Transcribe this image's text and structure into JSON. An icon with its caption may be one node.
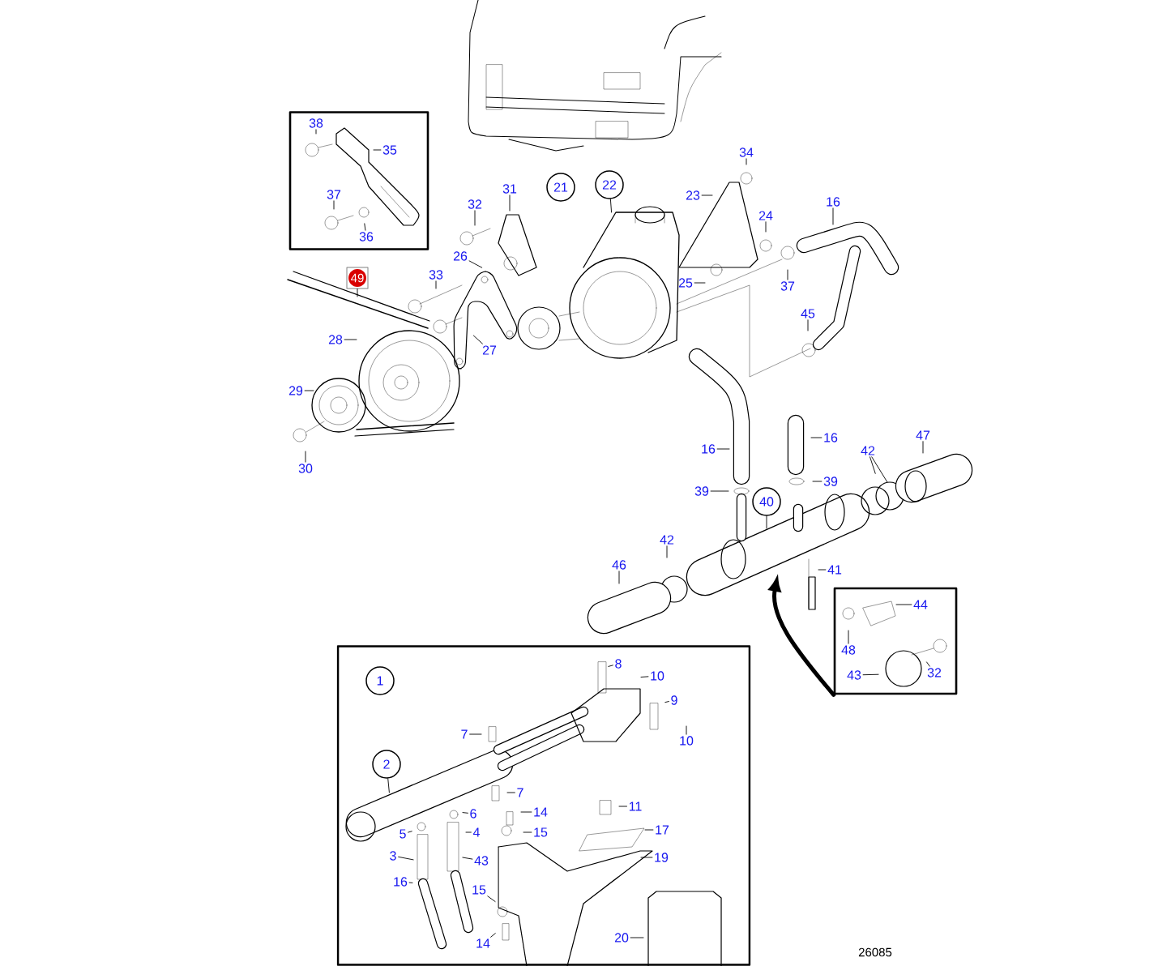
{
  "diagram": {
    "nodes": [
      {
        "text": [],
        "shape": "box"
      },
      {
        "text": [
          "38"
        ],
        "in": 0
      },
      {
        "text": [
          "35"
        ],
        "in": 0
      },
      {
        "text": [
          "37"
        ],
        "in": 0
      },
      {
        "text": [
          "36"
        ],
        "in": 0
      },
      {
        "text": [
          "34"
        ]
      },
      {
        "text": [
          "16"
        ]
      },
      {
        "text": [
          "21"
        ]
      },
      {
        "text": [
          "22"
        ]
      },
      {
        "text": [
          "23"
        ]
      },
      {
        "text": [
          "31"
        ]
      },
      {
        "text": [
          "32"
        ]
      },
      {
        "text": [
          "24"
        ]
      },
      {
        "text": [
          "26"
        ]
      },
      {
        "text": [
          "33"
        ]
      },
      {
        "text": [
          "49"
        ]
      },
      {
        "text": [
          "25"
        ]
      },
      {
        "text": [
          "37"
        ]
      },
      {
        "text": [
          "45"
        ]
      },
      {
        "text": [
          "28"
        ]
      },
      {
        "text": [
          "27"
        ]
      },
      {
        "text": [
          "29"
        ]
      },
      {
        "text": [
          "30"
        ]
      },
      {
        "text": [
          "47"
        ]
      },
      {
        "text": [
          "16"
        ]
      },
      {
        "text": [
          "42"
        ]
      },
      {
        "text": [
          "16"
        ]
      },
      {
        "text": [
          "39"
        ]
      },
      {
        "text": [
          "39"
        ]
      },
      {
        "text": [
          "40"
        ]
      },
      {
        "text": [
          "42"
        ]
      },
      {
        "text": [
          "46"
        ]
      },
      {
        "text": [
          "41"
        ]
      },
      {
        "text": [],
        "shape": "box"
      },
      {
        "text": [
          "44"
        ],
        "in": 33
      },
      {
        "text": [
          "48"
        ],
        "in": 33
      },
      {
        "text": [
          "43"
        ],
        "in": 33
      },
      {
        "text": [
          "32"
        ],
        "in": 33
      },
      {
        "text": [],
        "shape": "box"
      },
      {
        "text": [
          "1"
        ],
        "in": 38
      },
      {
        "text": [
          "8"
        ],
        "in": 38
      },
      {
        "text": [
          "10"
        ],
        "in": 38
      },
      {
        "text": [
          "9"
        ],
        "in": 38
      },
      {
        "text": [
          "10"
        ],
        "in": 38
      },
      {
        "text": [
          "7"
        ],
        "in": 38
      },
      {
        "text": [
          "2"
        ],
        "in": 38
      },
      {
        "text": [
          "7"
        ],
        "in": 38
      },
      {
        "text": [
          "14"
        ],
        "in": 38
      },
      {
        "text": [
          "6"
        ],
        "in": 38
      },
      {
        "text": [
          "11"
        ],
        "in": 38
      },
      {
        "text": [
          "15"
        ],
        "in": 38
      },
      {
        "text": [
          "4"
        ],
        "in": 38
      },
      {
        "text": [
          "17"
        ],
        "in": 38
      },
      {
        "text": [
          "5"
        ],
        "in": 38
      },
      {
        "text": [
          "3"
        ],
        "in": 38
      },
      {
        "text": [
          "43"
        ],
        "in": 38
      },
      {
        "text": [
          "19"
        ],
        "in": 38
      },
      {
        "text": [
          "16"
        ],
        "in": 38
      },
      {
        "text": [
          "15"
        ],
        "in": 38
      },
      {
        "text": [
          "14"
        ],
        "in": 38
      },
      {
        "text": [
          "20"
        ],
        "in": 38
      }
    ],
    "edges": [
      {
        "from": 1,
        "to": null,
        "arrow": "none"
      },
      {
        "from": 2,
        "to": null,
        "arrow": "none"
      },
      {
        "from": 3,
        "to": null,
        "arrow": "none"
      },
      {
        "from": 4,
        "to": null,
        "arrow": "none"
      },
      {
        "from": 5,
        "to": null,
        "arrow": "none"
      },
      {
        "from": 6,
        "to": null,
        "arrow": "none"
      },
      {
        "from": 8,
        "to": null,
        "arrow": "none"
      },
      {
        "from": 9,
        "to": null,
        "arrow": "none"
      },
      {
        "from": 10,
        "to": null,
        "arrow": "none"
      },
      {
        "from": 11,
        "to": null,
        "arrow": "none"
      },
      {
        "from": 12,
        "to": null,
        "arrow": "none"
      },
      {
        "from": 13,
        "to": null,
        "arrow": "none"
      },
      {
        "from": 14,
        "to": null,
        "arrow": "none"
      },
      {
        "from": 15,
        "to": null,
        "arrow": "none"
      },
      {
        "from": 16,
        "to": null,
        "arrow": "none"
      },
      {
        "from": 17,
        "to": null,
        "arrow": "none"
      },
      {
        "from": 18,
        "to": null,
        "arrow": "none"
      },
      {
        "from": 19,
        "to": null,
        "arrow": "none"
      },
      {
        "from": 20,
        "to": null,
        "arrow": "none"
      },
      {
        "from": 21,
        "to": null,
        "arrow": "none"
      },
      {
        "from": 22,
        "to": null,
        "arrow": "none"
      },
      {
        "from": 23,
        "to": null,
        "arrow": "none"
      },
      {
        "from": 24,
        "to": null,
        "arrow": "none"
      },
      {
        "from": 25,
        "to": null,
        "arrow": "none"
      },
      {
        "from": 25,
        "to": null,
        "arrow": "none"
      },
      {
        "from": 26,
        "to": null,
        "arrow": "none"
      },
      {
        "from": 27,
        "to": null,
        "arrow": "none"
      },
      {
        "from": 28,
        "to": null,
        "arrow": "none"
      },
      {
        "from": 29,
        "to": null,
        "arrow": "none"
      },
      {
        "from": 30,
        "to": null,
        "arrow": "none"
      },
      {
        "from": 31,
        "to": null,
        "arrow": "none"
      },
      {
        "from": 32,
        "to": null,
        "arrow": "none"
      },
      {
        "from": 34,
        "to": null,
        "arrow": "none"
      },
      {
        "from": 35,
        "to": null,
        "arrow": "none"
      },
      {
        "from": 36,
        "to": null,
        "arrow": "none"
      },
      {
        "from": 37,
        "to": null,
        "arrow": "none"
      },
      {
        "from": 40,
        "to": null,
        "arrow": "none"
      },
      {
        "from": 41,
        "to": null,
        "arrow": "none"
      },
      {
        "from": 42,
        "to": null,
        "arrow": "none"
      },
      {
        "from": 43,
        "to": null,
        "arrow": "none"
      },
      {
        "from": 44,
        "to": null,
        "arrow": "none"
      },
      {
        "from": 45,
        "to": null,
        "arrow": "none"
      },
      {
        "from": 46,
        "to": null,
        "arrow": "none"
      },
      {
        "from": 47,
        "to": null,
        "arrow": "none"
      },
      {
        "from": 48,
        "to": null,
        "arrow": "none"
      },
      {
        "from": 49,
        "to": null,
        "arrow": "none"
      },
      {
        "from": 50,
        "to": null,
        "arrow": "none"
      },
      {
        "from": 51,
        "to": null,
        "arrow": "none"
      },
      {
        "from": 52,
        "to": null,
        "arrow": "none"
      },
      {
        "from": 53,
        "to": null,
        "arrow": "none"
      },
      {
        "from": 54,
        "to": null,
        "arrow": "none"
      },
      {
        "from": 55,
        "to": null,
        "arrow": "none"
      },
      {
        "from": 56,
        "to": null,
        "arrow": "none"
      },
      {
        "from": 57,
        "to": null,
        "arrow": "none"
      },
      {
        "from": 58,
        "to": null,
        "arrow": "none"
      },
      {
        "from": 59,
        "to": null,
        "arrow": "none"
      },
      {
        "from": 60,
        "to": null,
        "arrow": "none"
      },
      {
        "from": 33,
        "to": null,
        "arrow": "to",
        "style": "thick"
      }
    ],
    "labels": [
      "26085"
    ]
  }
}
